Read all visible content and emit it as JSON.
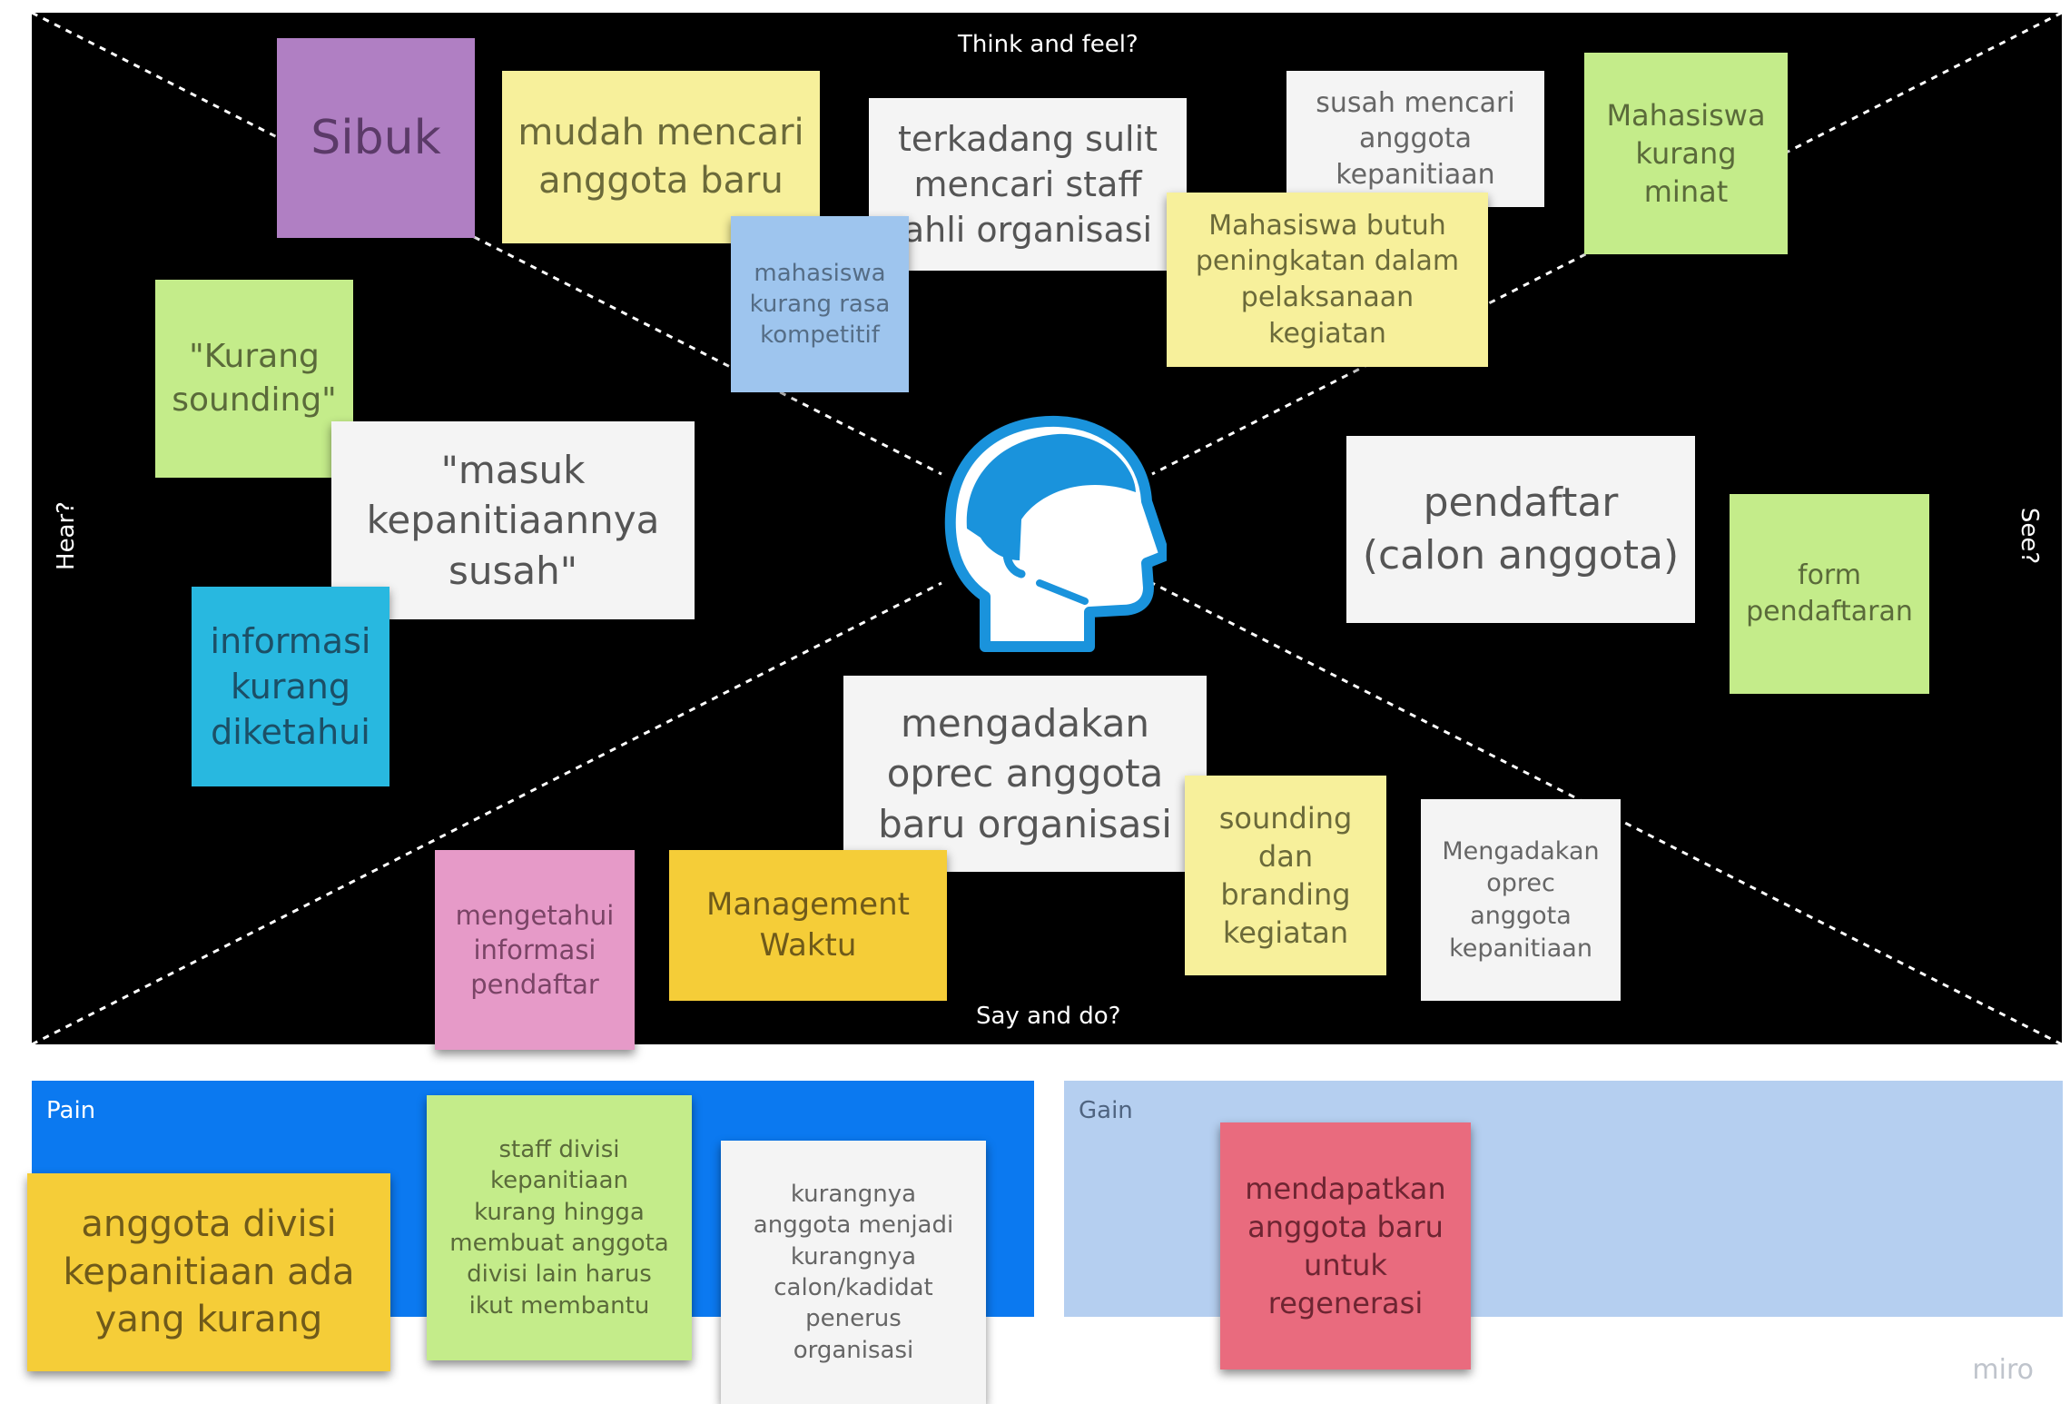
{
  "quadrants": {
    "top": "Think and feel?",
    "bottom": "Say and do?",
    "left": "Hear?",
    "right": "See?"
  },
  "head_icon": "user-head-profile-icon",
  "colors": {
    "board": "#000000",
    "purple": "#b07fc3",
    "yellow": "#f7f09b",
    "white": "#f4f4f4",
    "blue_light": "#9ec5ee",
    "green": "#c4ec8a",
    "cyan": "#28b8e0",
    "orange_yellow": "#f5cd38",
    "pink": "#e69ac8",
    "red": "#e96b7e",
    "pain": "#0b79f0",
    "gain": "#b5cff0"
  },
  "notes": {
    "sibuk": "Sibuk",
    "mudah": "mudah mencari\nanggota baru",
    "terkadang": "terkadang sulit\nmencari staff\nahli organisasi",
    "susah_kepanitiaan": "susah mencari\nanggota\nkepanitiaan",
    "mahasiswa_minat": "Mahasiswa\nkurang\nminat",
    "mahasiswa_kompetitif": "mahasiswa\nkurang rasa\nkompetitif",
    "mahasiswa_butuh": "Mahasiswa butuh\npeningkatan dalam\npelaksanaan kegiatan",
    "kurang_sounding": "\"Kurang\nsounding\"",
    "masuk": "\"masuk\nkepanitiaannya\nsusah\"",
    "informasi": "informasi\nkurang\ndiketahui",
    "pendaftar": "pendaftar\n(calon anggota)",
    "form": "form\npendaftaran",
    "mengadakan_oprec": "mengadakan\noprec anggota\nbaru organisasi",
    "sounding_branding": "sounding\ndan\nbranding\nkegiatan",
    "mengadakan_kepanitiaan": "Mengadakan\noprec\nanggota\nkepanitiaan",
    "mengetahui": "mengetahui\ninformasi\npendaftar",
    "management": "Management\nWaktu",
    "anggota_divisi": "anggota divisi\nkepanitiaan ada\nyang kurang",
    "staff_divisi": "staff divisi\nkepanitiaan\nkurang hingga\nmembuat anggota\ndivisi lain harus\nikut membantu",
    "kurangnya": "kurangnya\nanggota menjadi\nkurangnya\ncalon/kadidat\npenerus\norganisasi",
    "mendapatkan": "mendapatkan\nanggota baru\nuntuk\nregenerasi"
  },
  "pain": {
    "label": "Pain"
  },
  "gain": {
    "label": "Gain"
  },
  "watermark": "miro"
}
